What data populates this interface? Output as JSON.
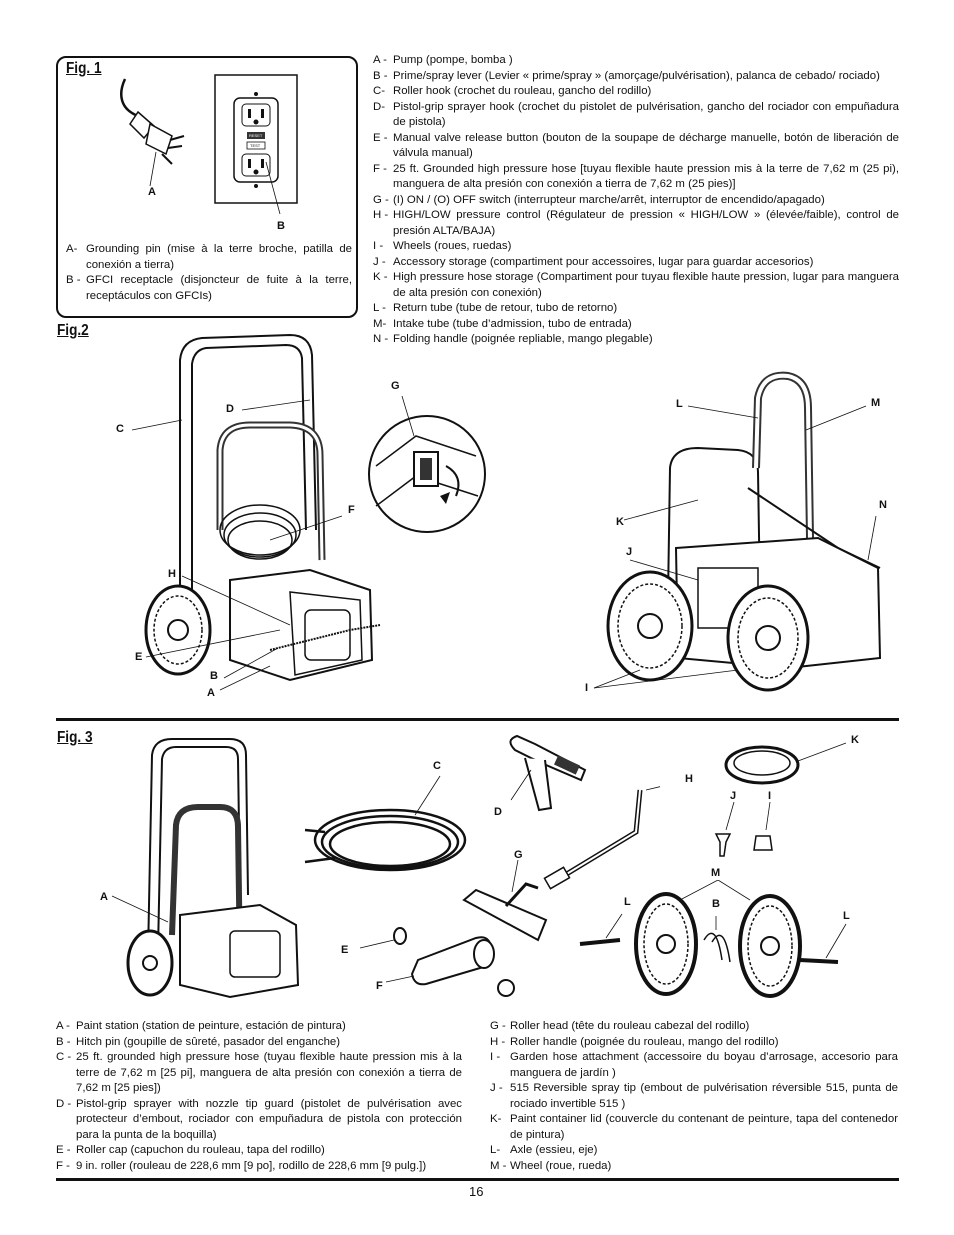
{
  "fig1": {
    "title": "Fig. 1",
    "callouts": {
      "a": "A",
      "b": "B"
    },
    "items": [
      {
        "letter": "A-",
        "text": "Grounding pin (mise à la terre broche, patilla de conexión a tierra)"
      },
      {
        "letter": "B -",
        "text": "GFCI receptacle (disjoncteur de fuite à la terre, receptáculos con GFCIs)"
      }
    ],
    "gfci_labels": {
      "reset": "RESET",
      "test": "TEST"
    }
  },
  "fig2": {
    "title": "Fig.2",
    "items": [
      {
        "letter": "A -",
        "text": "Pump (pompe, bomba )"
      },
      {
        "letter": "B -",
        "text": "Prime/spray lever (Levier « prime/spray » (amorçage/pulvérisation), palanca de cebado/ rociado)"
      },
      {
        "letter": "C-",
        "text": "Roller hook (crochet du rouleau, gancho del rodillo)"
      },
      {
        "letter": "D-",
        "text": "Pistol-grip sprayer hook (crochet du pistolet de pulvérisation, gancho del rociador con empuñadura de pistola)"
      },
      {
        "letter": "E -",
        "text": "Manual valve release button (bouton de la soupape de décharge manuelle, botón de liberación de válvula manual)"
      },
      {
        "letter": "F -",
        "text": "25 ft. Grounded high pressure hose [tuyau flexible haute pression mis à la terre de 7,62 m (25 pi), manguera de alta presión con conexión a tierra de 7,62 m (25 pies)]"
      },
      {
        "letter": "G -",
        "text": "(I) ON / (O) OFF switch (interrupteur marche/arrêt, interruptor de encendido/apagado)"
      },
      {
        "letter": "H -",
        "text": "HIGH/LOW pressure control (Régulateur de pression « HIGH/LOW » (élevée/faible), control de presión ALTA/BAJA)"
      },
      {
        "letter": "I -",
        "text": "Wheels (roues, ruedas)"
      },
      {
        "letter": "J -",
        "text": "Accessory storage (compartiment pour accessoires, lugar para guardar accesorios)"
      },
      {
        "letter": "K -",
        "text": "High pressure hose storage (Compartiment pour tuyau flexible haute pression, lugar para manguera de alta presión con conexión)"
      },
      {
        "letter": "L -",
        "text": "Return tube (tube de retour, tubo de retorno)"
      },
      {
        "letter": "M-",
        "text": "Intake tube (tube d’admission, tubo de entrada)"
      },
      {
        "letter": "N -",
        "text": "Folding handle (poignée repliable, mango plegable)"
      }
    ],
    "callouts": {
      "c": "C",
      "d": "D",
      "f": "F",
      "h": "H",
      "e": "E",
      "b": "B",
      "a": "A",
      "g": "G",
      "l": "L",
      "m": "M",
      "k": "K",
      "n": "N",
      "j": "J",
      "i": "I"
    }
  },
  "fig3": {
    "title": "Fig. 3",
    "callouts": {
      "a": "A",
      "c": "C",
      "d": "D",
      "h": "H",
      "k": "K",
      "j": "J",
      "i": "I",
      "g": "G",
      "m": "M",
      "l1": "L",
      "b": "B",
      "l2": "L",
      "e": "E",
      "f": "F"
    },
    "items_left": [
      {
        "letter": "A -",
        "text": "Paint station (station de peinture, estación de pintura)"
      },
      {
        "letter": "B -",
        "text": "Hitch pin (goupille de sûreté, pasador del enganche)"
      },
      {
        "letter": "C -",
        "text": "25 ft. grounded high pressure hose (tuyau flexible haute pression mis à la terre de 7,62 m [25 pi], manguera de alta presión con conexión a tierra de 7,62 m [25 pies])"
      },
      {
        "letter": "D -",
        "text": "Pistol-grip sprayer with nozzle tip guard (pistolet de pulvérisation avec protecteur d’embout, rociador con empuñadura de pistola con protección para la punta de la boquilla)"
      },
      {
        "letter": "E -",
        "text": "Roller cap (capuchon du rouleau, tapa del rodillo)"
      },
      {
        "letter": "F -",
        "text": "9 in. roller (rouleau de 228,6 mm [9 po], rodillo de 228,6 mm [9 pulg.])"
      }
    ],
    "items_right": [
      {
        "letter": "G -",
        "text": "Roller head (tête du rouleau cabezal del rodillo)"
      },
      {
        "letter": "H -",
        "text": "Roller handle (poignée du rouleau, mango del rodillo)"
      },
      {
        "letter": "I -",
        "text": "Garden hose attachment (accessoire du boyau d’arrosage, accesorio para manguera de jardín )"
      },
      {
        "letter": "J -",
        "text": "515 Reversible spray tip (embout de pulvérisation réversible 515, punta de rociado invertible 515 )"
      },
      {
        "letter": "K-",
        "text": "Paint container lid (couvercle du contenant de peinture, tapa del contenedor de pintura)"
      },
      {
        "letter": "L-",
        "text": "Axle (essieu, eje)"
      },
      {
        "letter": "M -",
        "text": "Wheel (roue, rueda)"
      }
    ]
  },
  "page_number": "16"
}
